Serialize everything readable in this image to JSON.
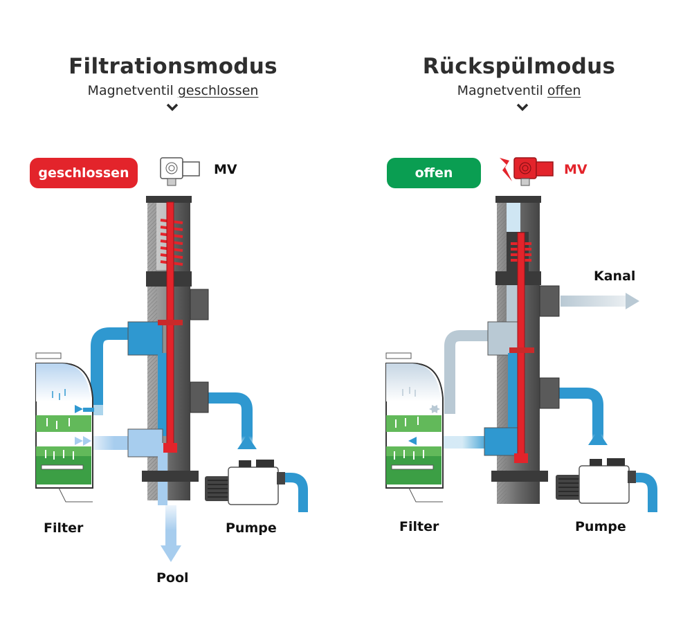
{
  "panels": [
    {
      "title": "Filtrationsmodus",
      "subtitle_prefix": "Magnetventil",
      "subtitle_state": "geschlossen",
      "badge": "geschlossen",
      "badge_color": "#e3242b",
      "valve_label": "MV",
      "labels": {
        "filter": "Filter",
        "pump": "Pumpe",
        "pool": "Pool"
      },
      "icons": [
        "chevron-down-icon",
        "solenoid-valve-icon",
        "filter-tank-icon",
        "pump-icon",
        "flow-arrow-icon"
      ]
    },
    {
      "title": "Rückspülmodus",
      "subtitle_prefix": "Magnetventil",
      "subtitle_state": "offen",
      "badge": "offen",
      "badge_color": "#0a9e52",
      "valve_label": "MV",
      "valve_label_color": "#e3242b",
      "labels": {
        "filter": "Filter",
        "pump": "Pumpe",
        "channel": "Kanal"
      },
      "icons": [
        "chevron-down-icon",
        "lightning-icon",
        "solenoid-valve-icon",
        "filter-tank-icon",
        "pump-icon",
        "flow-arrow-icon"
      ]
    }
  ],
  "colors": {
    "water_dark": "#2f98d0",
    "water_light": "#a7cdee",
    "water_grey": "#b9c9d4",
    "filter_sand": "#62b95a",
    "rod": "#e3242b",
    "body_grey": "#6a6a6a"
  }
}
